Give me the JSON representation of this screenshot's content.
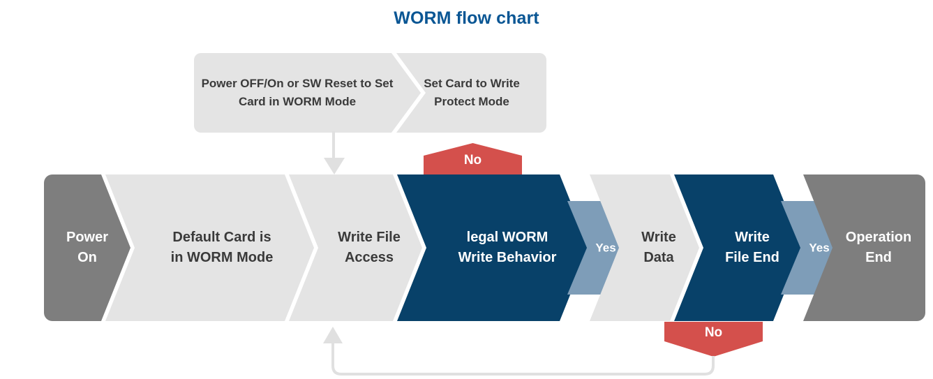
{
  "title": "WORM flow chart",
  "colors": {
    "title_blue": "#0a5694",
    "navy": "#084169",
    "dark_gray": "#7e7e7e",
    "light_gray": "#e4e4e4",
    "steel_blue": "#7e9db8",
    "red": "#d4504c",
    "connector_gray": "#e0e0e0",
    "text_dark": "#3a3a3a",
    "text_light": "#ffffff"
  },
  "top_banner": {
    "panels": [
      {
        "id": "set-worm-mode",
        "text": "Power OFF/On or\nSW Reset to Set Card\nin WORM Mode",
        "fill": "light_gray"
      },
      {
        "id": "set-write-protect",
        "text": "Set Card to Write\nProtect Mode",
        "fill": "light_gray"
      }
    ]
  },
  "main_banner": {
    "segments": [
      {
        "id": "power-on",
        "text": "Power\nOn",
        "fill": "dark_gray",
        "text_color": "light",
        "size": "normal"
      },
      {
        "id": "default-card",
        "text": "Default Card is\nin WORM Mode",
        "fill": "light_gray",
        "text_color": "dark",
        "size": "normal"
      },
      {
        "id": "write-file-access",
        "text": "Write File\nAccess",
        "fill": "light_gray",
        "text_color": "dark",
        "size": "normal"
      },
      {
        "id": "legal-worm-write",
        "text": "legal WORM\nWrite Behavior",
        "fill": "navy",
        "text_color": "light",
        "size": "normal"
      },
      {
        "id": "yes-1",
        "text": "Yes",
        "fill": "steel_blue",
        "text_color": "light",
        "size": "small"
      },
      {
        "id": "write-data",
        "text": "Write\nData",
        "fill": "light_gray",
        "text_color": "dark",
        "size": "normal"
      },
      {
        "id": "write-file-end",
        "text": "Write\nFile End",
        "fill": "navy",
        "text_color": "light",
        "size": "normal"
      },
      {
        "id": "yes-2",
        "text": "Yes",
        "fill": "steel_blue",
        "text_color": "light",
        "size": "small"
      },
      {
        "id": "operation-end",
        "text": "Operation\nEnd",
        "fill": "dark_gray",
        "text_color": "light",
        "size": "normal"
      }
    ]
  },
  "badges": [
    {
      "id": "no-top",
      "text": "No",
      "fill": "red",
      "direction": "up",
      "from": "legal-worm-write",
      "to": "set-write-protect"
    },
    {
      "id": "no-bottom",
      "text": "No",
      "fill": "red",
      "direction": "down",
      "from": "write-file-end",
      "to": "write-file-access"
    }
  ],
  "connectors": [
    {
      "id": "set-worm-to-banner",
      "shape": "down-arrow",
      "from": "set-worm-mode",
      "to": "write-file-access"
    },
    {
      "id": "no-loop-back",
      "shape": "loop-up-arrow",
      "from": "no-bottom",
      "to": "write-file-access"
    }
  ]
}
